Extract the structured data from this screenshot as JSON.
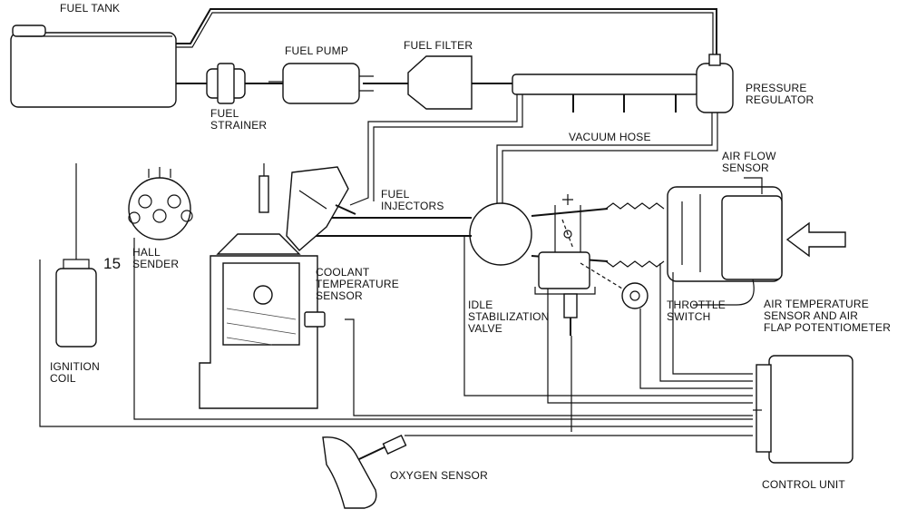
{
  "labels": {
    "fuel_tank": "FUEL TANK",
    "fuel_pump": "FUEL PUMP",
    "fuel_filter": "FUEL FILTER",
    "fuel_strainer": "FUEL\nSTRAINER",
    "pressure_regulator": "PRESSURE\nREGULATOR",
    "vacuum_hose": "VACUUM HOSE",
    "air_flow_sensor": "AIR FLOW\nSENSOR",
    "fuel_injectors": "FUEL\nINJECTORS",
    "hall_sender": "HALL\nSENDER",
    "coil_terminal": "15",
    "coolant_temperature_sensor": "COOLANT\nTEMPERATURE\nSENSOR",
    "idle_stabilization_valve": "IDLE\nSTABILIZATION\nVALVE",
    "throttle_switch": "THROTTLE\nSWITCH",
    "air_temperature_sensor": "AIR TEMPERATURE\nSENSOR AND AIR\nFLAP POTENTIOMETER",
    "ignition_coil": "IGNITION\nCOIL",
    "oxygen_sensor": "OXYGEN SENSOR",
    "control_unit": "CONTROL UNIT"
  },
  "colors": {
    "line": "#111111",
    "background": "#ffffff"
  }
}
